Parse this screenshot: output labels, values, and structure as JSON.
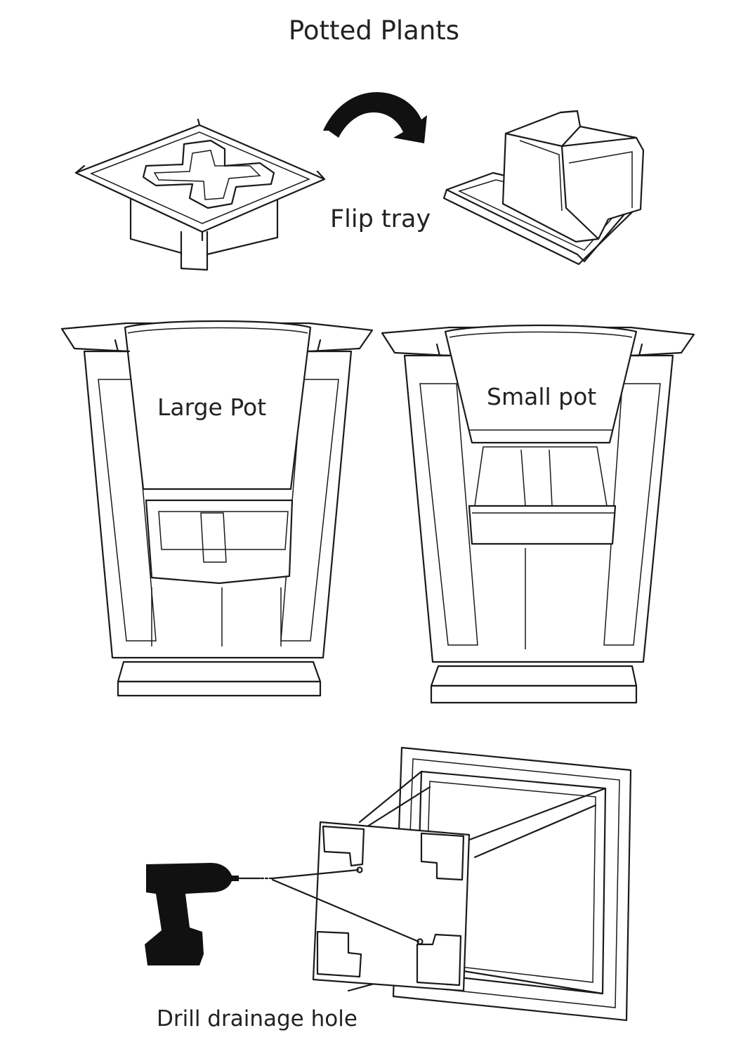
{
  "title": "Potted Plants",
  "steps": {
    "flip": "Flip tray",
    "large": "Large Pot",
    "small": "Small pot",
    "drill": "Drill drainage hole"
  },
  "icons": {
    "arrow": "curved-arrow-icon",
    "drill": "drill-icon"
  },
  "colors": {
    "line": "#1a1a1a",
    "background": "#ffffff"
  }
}
